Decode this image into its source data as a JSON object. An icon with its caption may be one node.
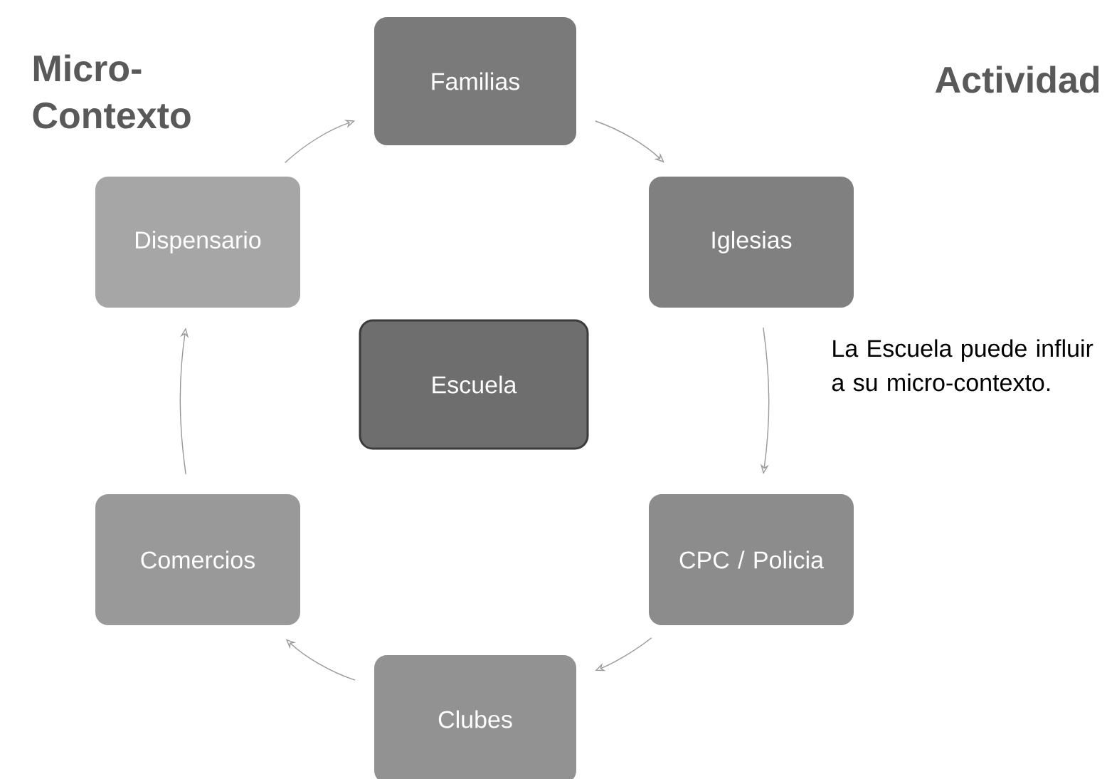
{
  "diagram": {
    "nodes": [
      {
        "text": [
          "Familias"
        ]
      },
      {
        "text": [
          "Iglesias"
        ]
      },
      {
        "text": [
          "CPC / Policia"
        ]
      },
      {
        "text": [
          "Clubes"
        ]
      },
      {
        "text": [
          "Comercios"
        ]
      },
      {
        "text": [
          "Dispensario"
        ]
      },
      {
        "text": [
          "Escuela"
        ]
      }
    ],
    "edges": [
      {
        "from": 0,
        "to": 1,
        "arrow": "to"
      },
      {
        "from": 1,
        "to": 2,
        "arrow": "to"
      },
      {
        "from": 2,
        "to": 3,
        "arrow": "to"
      },
      {
        "from": 3,
        "to": 4,
        "arrow": "to"
      },
      {
        "from": 4,
        "to": 5,
        "arrow": "to"
      },
      {
        "from": 5,
        "to": 0,
        "arrow": "to"
      }
    ],
    "labels": [
      "Micro-Contexto",
      "Actividad",
      "La Escuela puede influir a su micro-contexto."
    ]
  }
}
